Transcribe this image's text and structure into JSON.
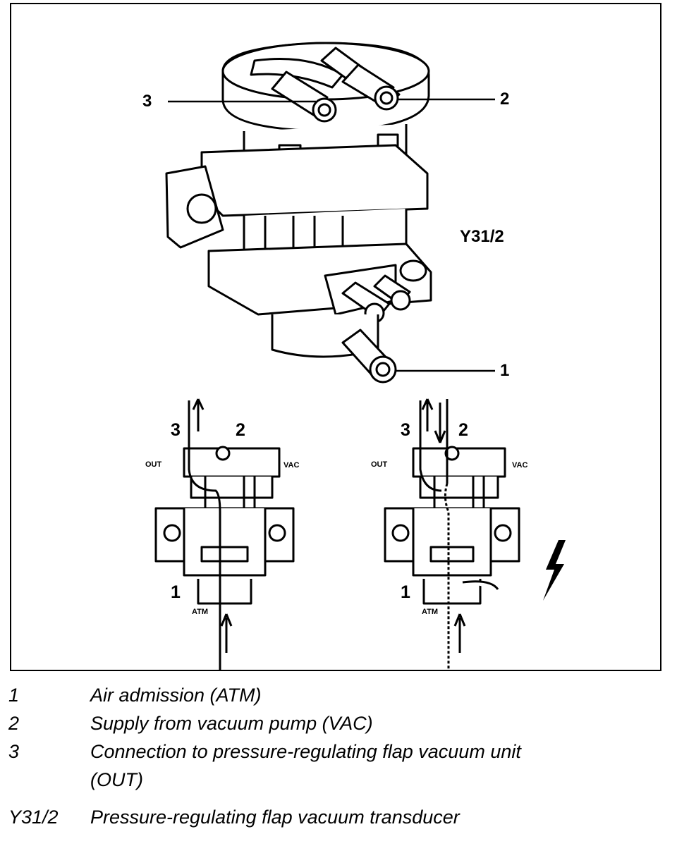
{
  "figure": {
    "part_id": "Y31/2",
    "callouts": {
      "c1": "1",
      "c2": "2",
      "c3": "3"
    },
    "left_detail": {
      "label_3": "3",
      "label_2": "2",
      "label_1": "1",
      "out": "OUT",
      "vac": "VAC",
      "atm": "ATM"
    },
    "right_detail": {
      "label_3": "3",
      "label_2": "2",
      "label_1": "1",
      "out": "OUT",
      "vac": "VAC",
      "atm": "ATM"
    },
    "icons": {
      "energized": "lightning-bolt-icon"
    }
  },
  "legend": [
    {
      "key": "1",
      "text": "Air admission (ATM)"
    },
    {
      "key": "2",
      "text": "Supply from vacuum pump (VAC)"
    },
    {
      "key": "3",
      "text": "Connection to pressure-regulating flap vacuum unit"
    },
    {
      "key": "",
      "text": "(OUT)"
    },
    {
      "key": "Y31/2",
      "text": "Pressure-regulating flap vacuum transducer"
    }
  ]
}
